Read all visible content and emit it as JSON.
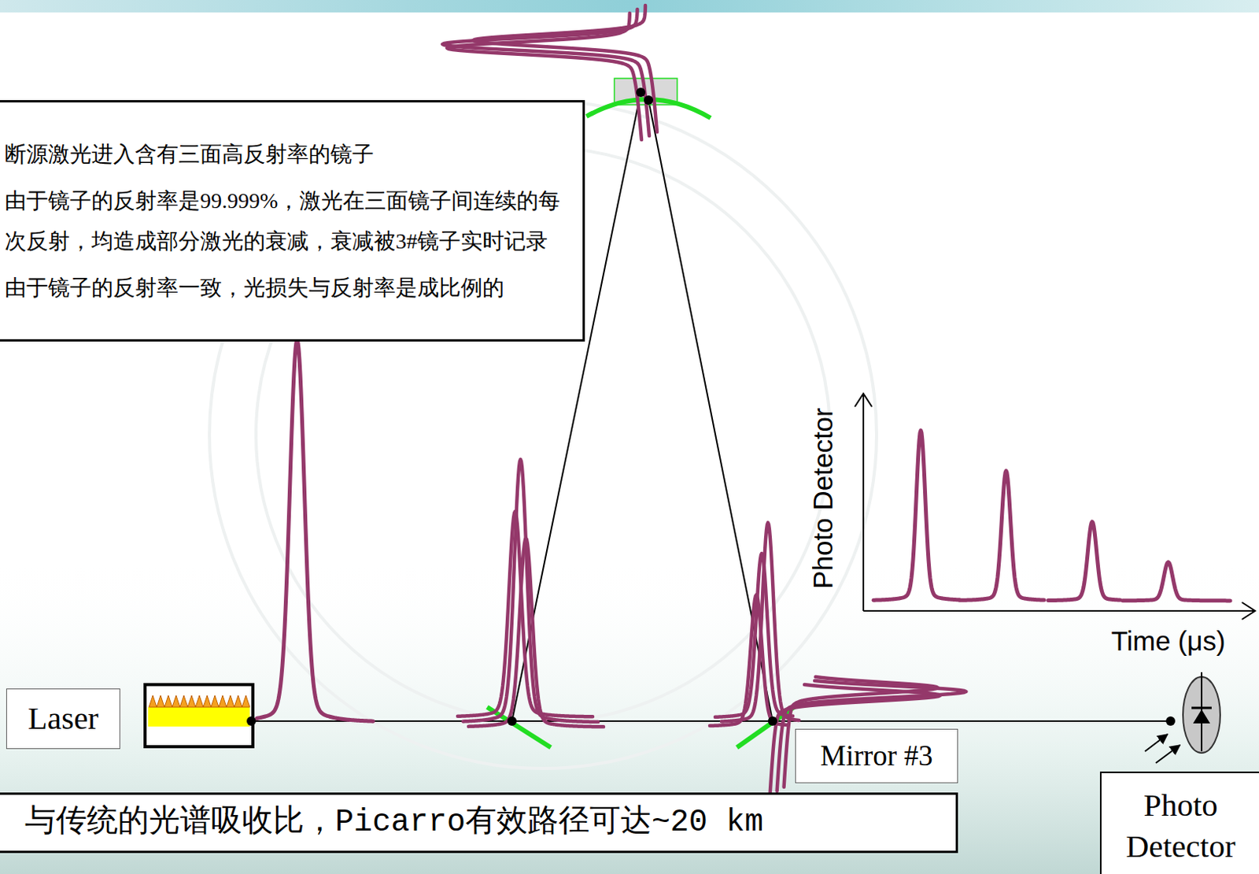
{
  "diagram": {
    "nodes": [
      {
        "text": [
          "断源激光进入含有三面高反射率的镜子",
          "由于镜子的反射率是99.999%，激光在三面镜子间连续的每次反射，均造成部分激光的衰减，衰减被3#镜子实时记录",
          "由于镜子的反射率一致，光损失与反射率是成比例的"
        ]
      },
      {
        "text": [
          "Laser"
        ]
      },
      {
        "text": [
          "Mirror #3"
        ]
      },
      {
        "text": [
          "与传统的光谱吸收比，Picarro有效路径可达~20 km"
        ]
      },
      {
        "text": [
          "Photo Detector"
        ]
      }
    ],
    "labels": [
      "Photo Detector",
      "Time (μs)"
    ]
  }
}
